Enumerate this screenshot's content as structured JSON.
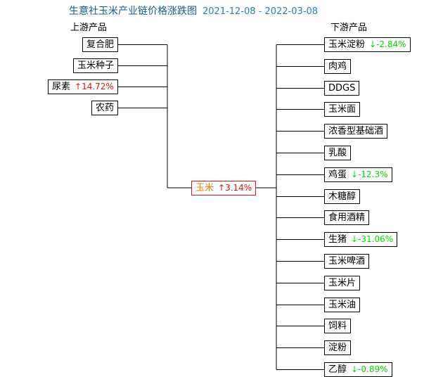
{
  "title": {
    "main": "生意社玉米产业链价格涨跌图",
    "date_range": "2021-12-08 - 2022-03-08",
    "color": "#1c5d82",
    "range_color": "#3a7fa5"
  },
  "headers": {
    "upstream": "上游产品",
    "downstream": "下游产品"
  },
  "colors": {
    "up_arrow": "#e8121a",
    "down_arrow": "#00dd00",
    "center_node": "#ff8000",
    "box_border": "#000000"
  },
  "center": {
    "label": "玉米",
    "arrow": "↑",
    "change": "3.14%",
    "direction": "up"
  },
  "upstream": [
    {
      "label": "复合肥",
      "arrow": "",
      "change": "",
      "direction": "none"
    },
    {
      "label": "玉米种子",
      "arrow": "",
      "change": "",
      "direction": "none"
    },
    {
      "label": "尿素",
      "arrow": "↑",
      "change": "14.72%",
      "direction": "up"
    },
    {
      "label": "农药",
      "arrow": "",
      "change": "",
      "direction": "none"
    }
  ],
  "downstream": [
    {
      "label": "玉米淀粉",
      "arrow": "↓",
      "change": "-2.84%",
      "direction": "down"
    },
    {
      "label": "肉鸡",
      "arrow": "",
      "change": "",
      "direction": "none"
    },
    {
      "label": "DDGS",
      "arrow": "",
      "change": "",
      "direction": "none"
    },
    {
      "label": "玉米面",
      "arrow": "",
      "change": "",
      "direction": "none"
    },
    {
      "label": "浓香型基础酒",
      "arrow": "",
      "change": "",
      "direction": "none"
    },
    {
      "label": "乳酸",
      "arrow": "",
      "change": "",
      "direction": "none"
    },
    {
      "label": "鸡蛋",
      "arrow": "↓",
      "change": "-12.3%",
      "direction": "down"
    },
    {
      "label": "木糖醇",
      "arrow": "",
      "change": "",
      "direction": "none"
    },
    {
      "label": "食用酒精",
      "arrow": "",
      "change": "",
      "direction": "none"
    },
    {
      "label": "生猪",
      "arrow": "↓",
      "change": "-31.06%",
      "direction": "down"
    },
    {
      "label": "玉米啤酒",
      "arrow": "",
      "change": "",
      "direction": "none"
    },
    {
      "label": "玉米片",
      "arrow": "",
      "change": "",
      "direction": "none"
    },
    {
      "label": "玉米油",
      "arrow": "",
      "change": "",
      "direction": "none"
    },
    {
      "label": "饲料",
      "arrow": "",
      "change": "",
      "direction": "none"
    },
    {
      "label": "淀粉",
      "arrow": "",
      "change": "",
      "direction": "none"
    },
    {
      "label": "乙醇",
      "arrow": "↓",
      "change": "-0.89%",
      "direction": "down"
    }
  ]
}
